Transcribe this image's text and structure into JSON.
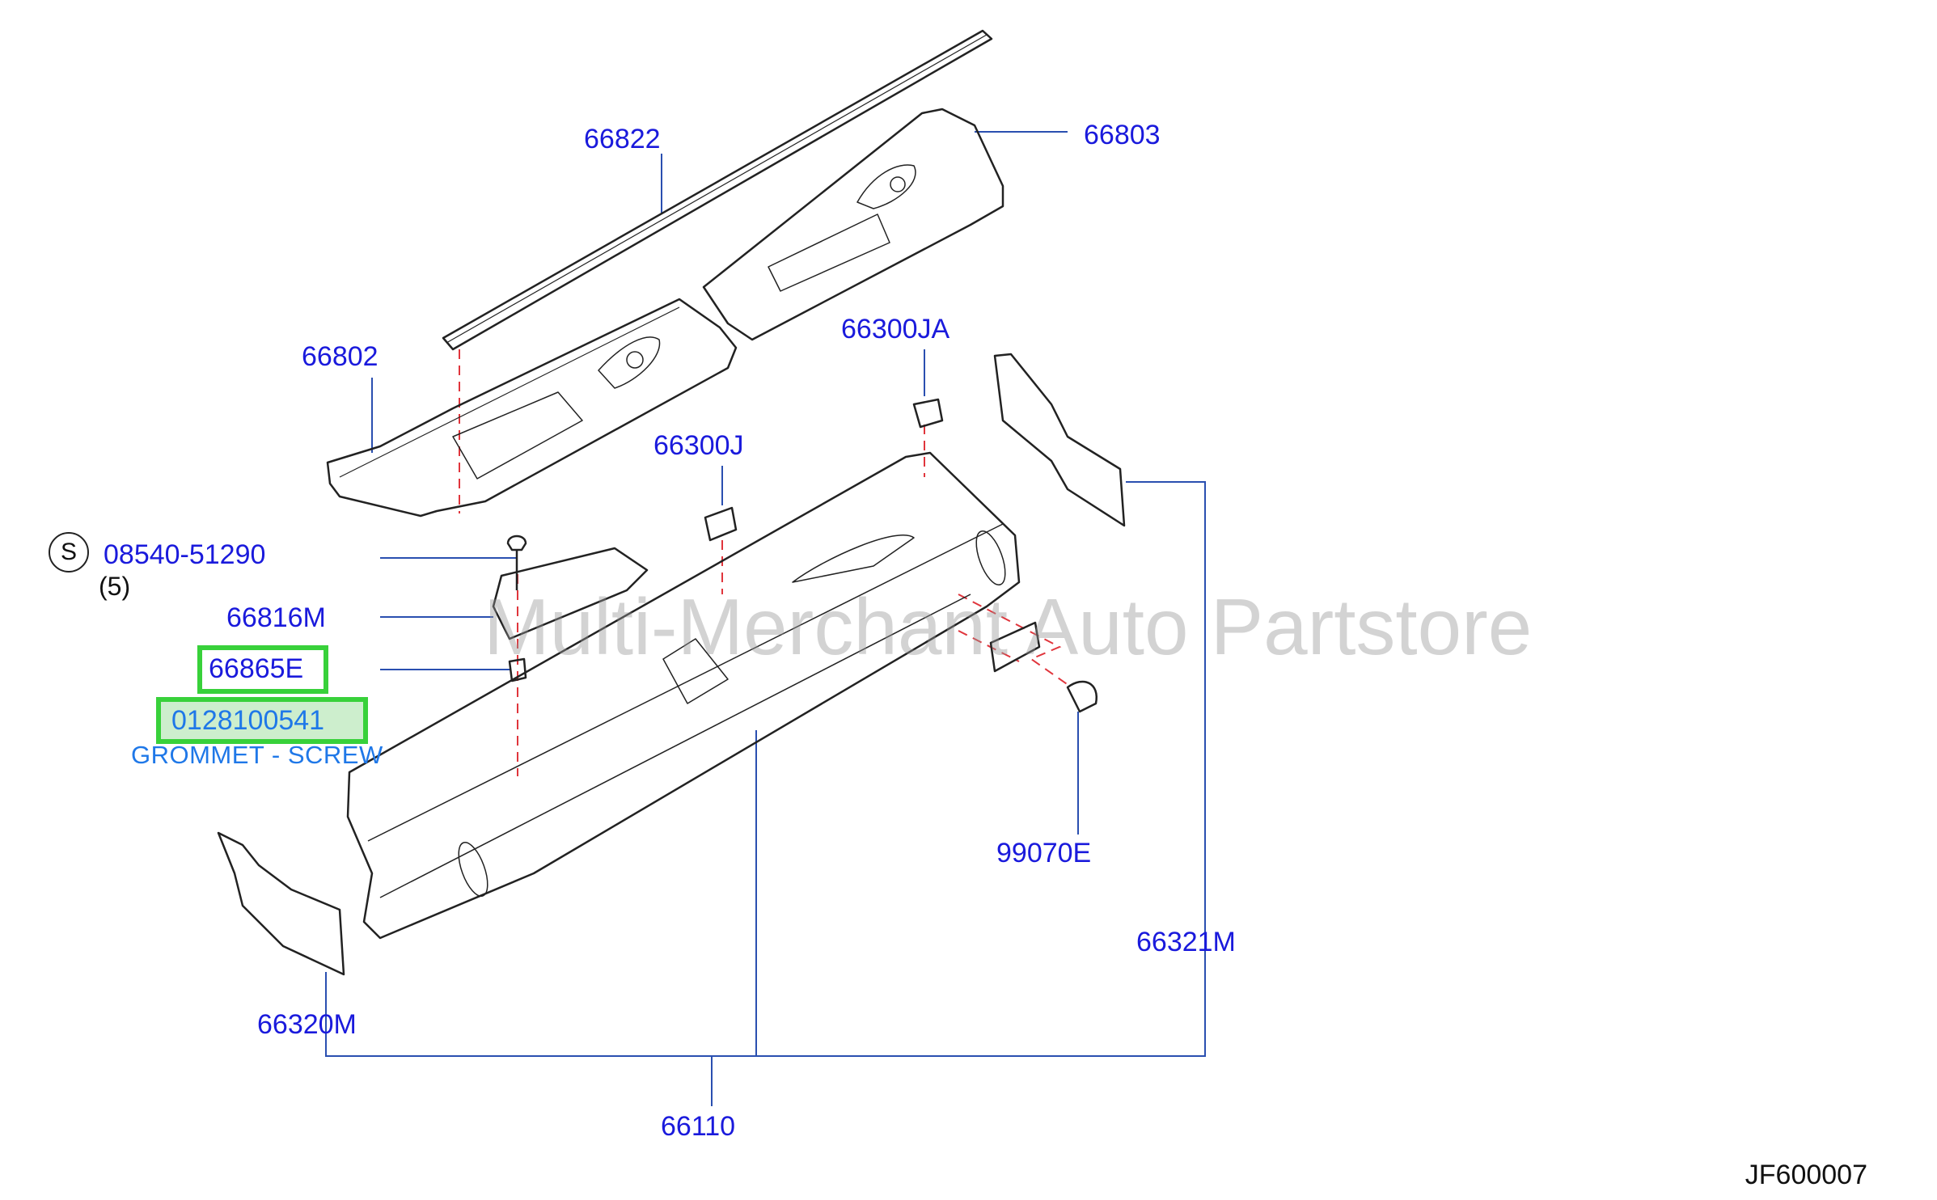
{
  "parts": {
    "p66822": "66822",
    "p66803": "66803",
    "p66802": "66802",
    "p66300JA": "66300JA",
    "p66300J": "66300J",
    "s_marker": "S",
    "p08540": "08540-51290",
    "qty": "(5)",
    "p66816M": "66816M",
    "p66865E": "66865E",
    "p0128100541": "0128100541",
    "grommet_desc": "GROMMET - SCREW",
    "p99070E": "99070E",
    "p66321M": "66321M",
    "p66320M": "66320M",
    "p66110": "66110"
  },
  "watermark": "Multi-Merchant Auto Partstore",
  "diagram_code": "JF600007",
  "colors": {
    "label": "#1a1adc",
    "description": "#1f78e8",
    "highlight": "#38d13a",
    "leader": "#2a4fb0",
    "dashed": "#e0353c"
  }
}
